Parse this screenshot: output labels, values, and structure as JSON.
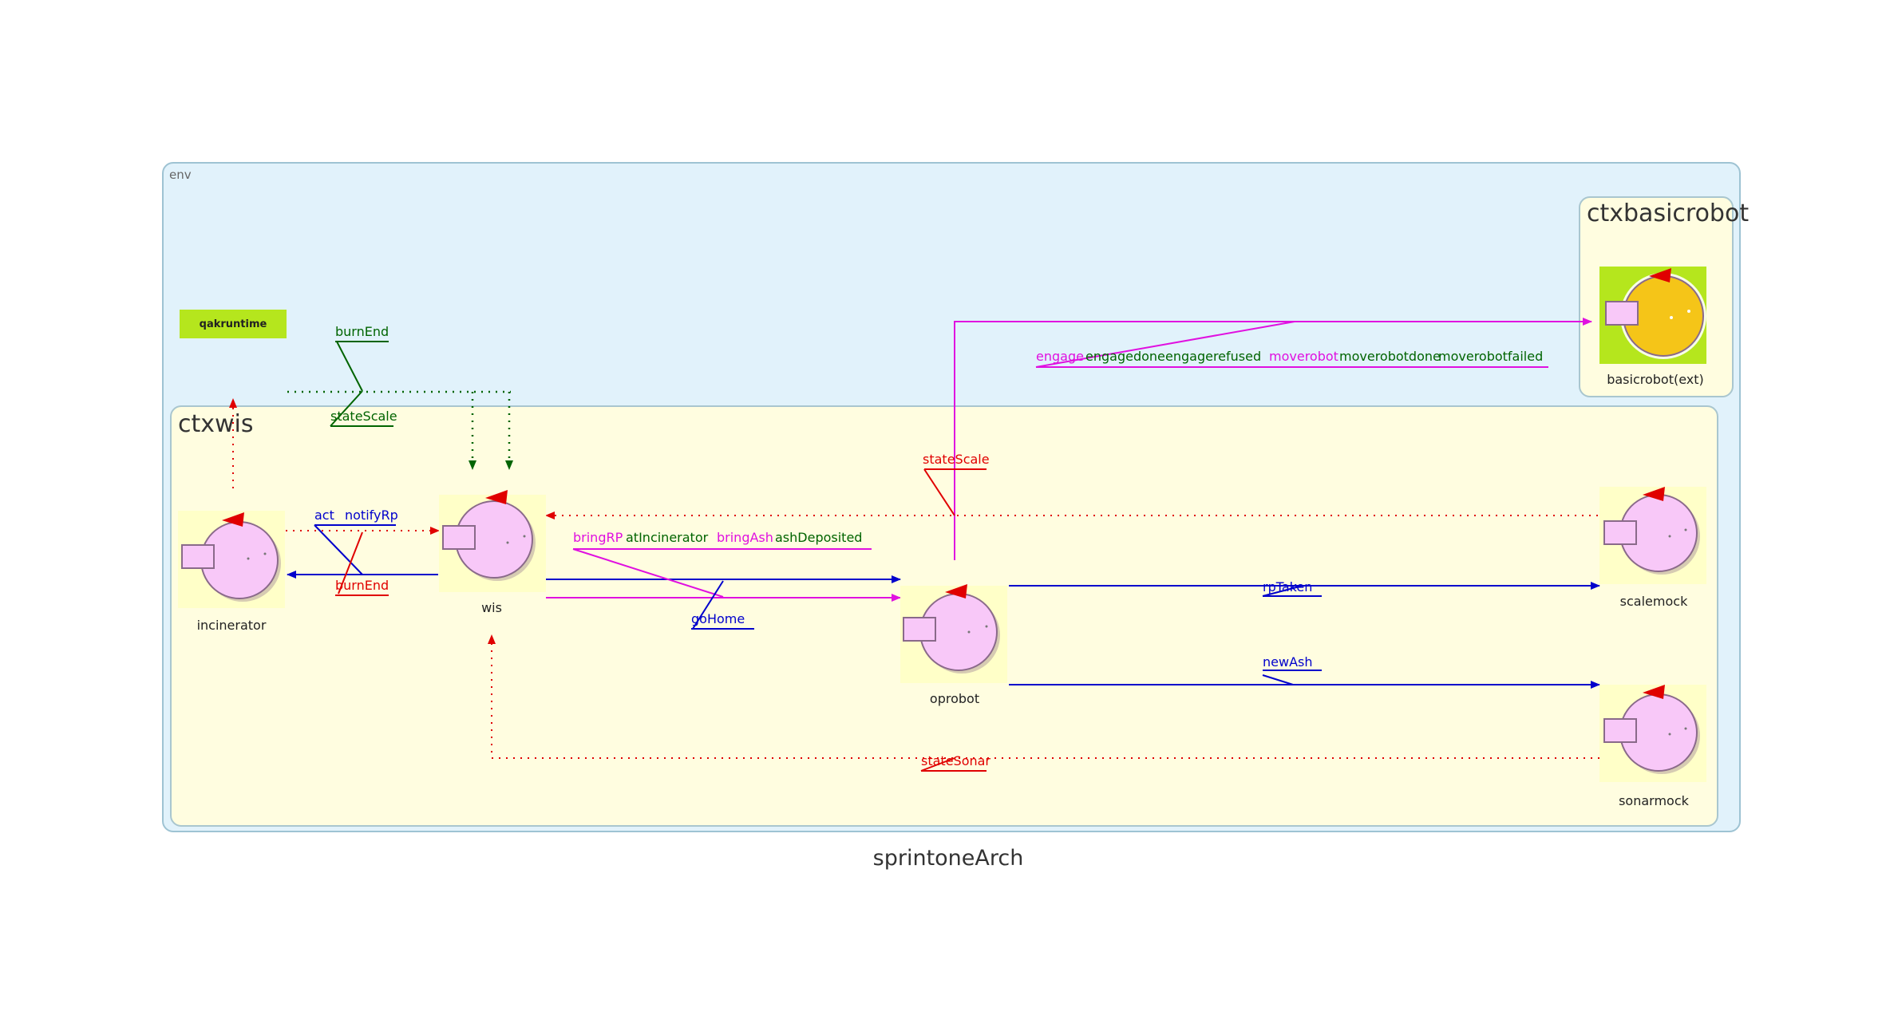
{
  "title": "sprintoneArch",
  "env_label": "env",
  "runtime_label": "qakruntime",
  "contexts": {
    "ctxwis": "ctxwis",
    "ctxbasicrobot": "ctxbasicrobot"
  },
  "actors": {
    "incinerator": "incinerator",
    "wis": "wis",
    "oprobot": "oprobot",
    "scalemock": "scalemock",
    "sonarmock": "sonarmock",
    "basicrobot": "basicrobot(ext)"
  },
  "messages": {
    "burnEnd_event": "burnEnd",
    "stateScale_event": "stateScale",
    "act": "act",
    "notifyRp": "notifyRp",
    "burnEnd_reply": "burnEnd",
    "bringRP": "bringRP",
    "atIncinerator": "atIncinerator",
    "bringAsh": "bringAsh",
    "ashDeposited": "ashDeposited",
    "goHome": "goHome",
    "stateScale_update": "stateScale",
    "engage": "engage",
    "engagedone": "engagedone",
    "engagerefused": "engagerefused",
    "moverobot": "moverobot",
    "moverobotdone": "moverobotdone",
    "moverobotfailed": "moverobotfailed",
    "rpTaken": "rpTaken",
    "newAsh": "newAsh",
    "stateSonar": "stateSonar"
  },
  "colors": {
    "env_bg": "#e1f2fb",
    "ctx_bg": "#fffde0",
    "actor_fill": "#f8c8f8",
    "ext_actor_fill": "#f5c518",
    "ext_bg": "#b5e61d",
    "dispatch": "#0000cc",
    "request": "#e010e0",
    "reply": "#006400",
    "event": "#e00000"
  }
}
